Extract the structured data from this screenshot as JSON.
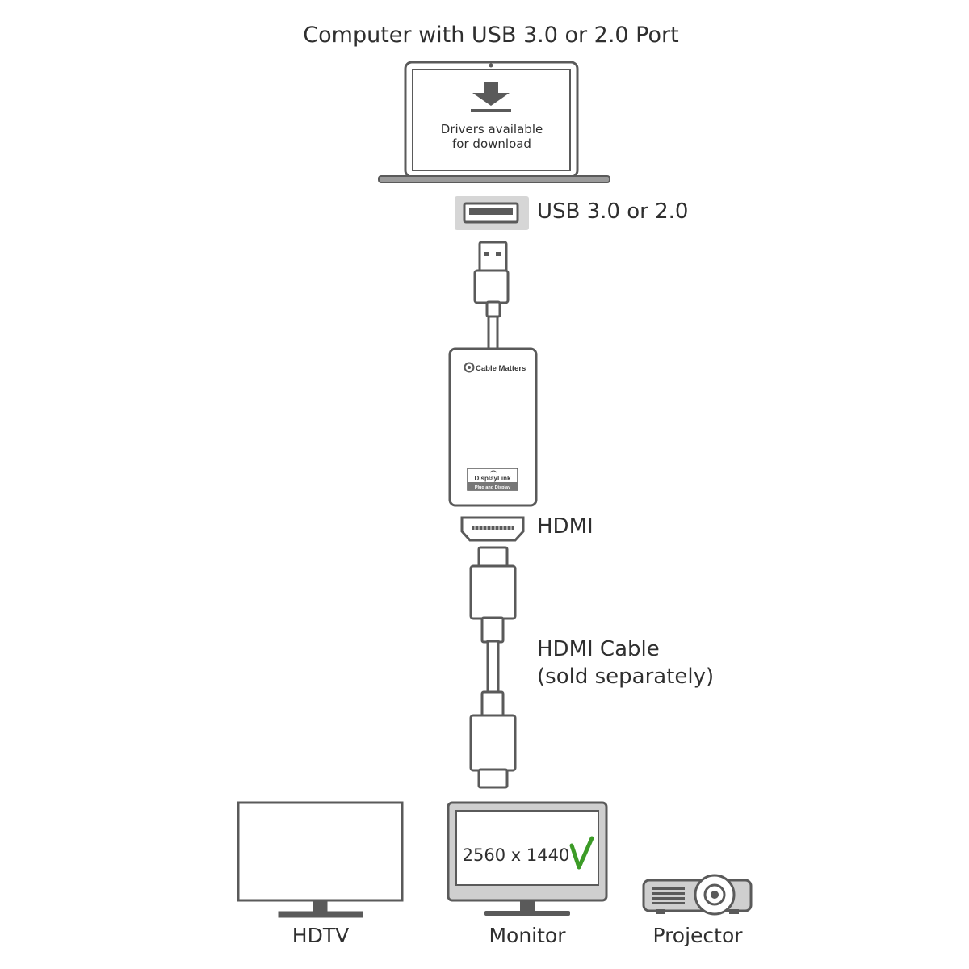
{
  "title": "Computer with USB 3.0 or 2.0 Port",
  "laptop": {
    "screen_line1": "Drivers available",
    "screen_line2": "for download"
  },
  "usb_port_label": "USB 3.0 or 2.0",
  "adapter": {
    "brand": "Cable Matters",
    "badge_top": "DisplayLink",
    "badge_bottom": "Plug and Display"
  },
  "hdmi_port_label": "HDMI",
  "hdmi_cable": {
    "line1": "HDMI Cable",
    "line2": "(sold separately)"
  },
  "devices": {
    "hdtv": "HDTV",
    "monitor": "Monitor",
    "monitor_resolution": "2560 x 1440",
    "projector": "Projector"
  },
  "colors": {
    "stroke": "#5a5a5a",
    "panel": "#cfcfcf",
    "text": "#2f2f2f",
    "check": "#3c9b27"
  }
}
